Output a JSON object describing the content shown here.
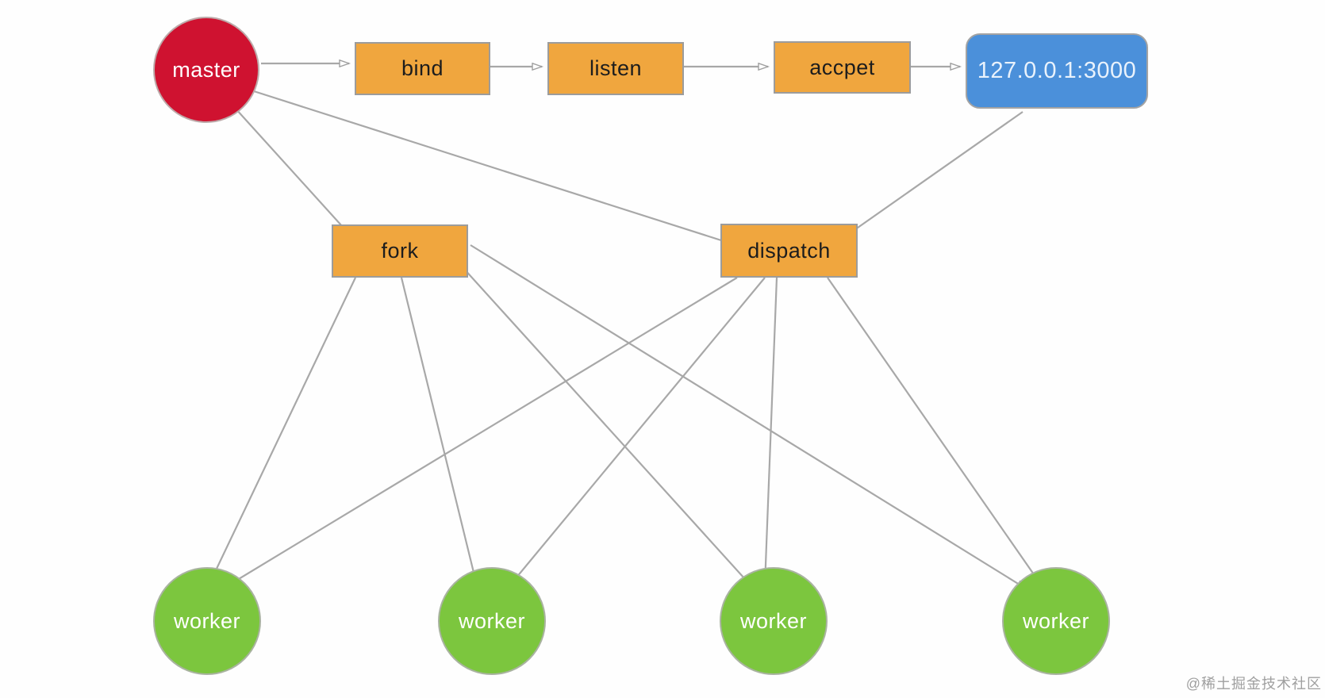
{
  "diagram": {
    "type": "flow-diagram",
    "description": "master-worker cluster diagram: master binds/listens/accepts a socket on 127.0.0.1:3000, forks workers and dispatches connections to them",
    "nodes": {
      "master": {
        "label": "master",
        "shape": "circle",
        "color": "#cf1230",
        "text_color": "#ffffff"
      },
      "bind": {
        "label": "bind",
        "shape": "rect",
        "color": "#f0a63e",
        "text_color": "#1d1d1d"
      },
      "listen": {
        "label": "listen",
        "shape": "rect",
        "color": "#f0a63e",
        "text_color": "#1d1d1d"
      },
      "accpet": {
        "label": "accpet",
        "shape": "rect",
        "color": "#f0a63e",
        "text_color": "#1d1d1d"
      },
      "address": {
        "label": "127.0.0.1:3000",
        "shape": "rounded-rect",
        "color": "#4b90da",
        "text_color": "#e9f2fc"
      },
      "fork": {
        "label": "fork",
        "shape": "rect",
        "color": "#f0a63e",
        "text_color": "#1d1d1d"
      },
      "dispatch": {
        "label": "dispatch",
        "shape": "rect",
        "color": "#f0a63e",
        "text_color": "#1d1d1d"
      },
      "worker1": {
        "label": "worker",
        "shape": "circle",
        "color": "#7cc63e",
        "text_color": "#ffffff"
      },
      "worker2": {
        "label": "worker",
        "shape": "circle",
        "color": "#7cc63e",
        "text_color": "#ffffff"
      },
      "worker3": {
        "label": "worker",
        "shape": "circle",
        "color": "#7cc63e",
        "text_color": "#ffffff"
      },
      "worker4": {
        "label": "worker",
        "shape": "circle",
        "color": "#7cc63e",
        "text_color": "#ffffff"
      }
    },
    "edges": [
      {
        "from": "master",
        "to": "bind"
      },
      {
        "from": "bind",
        "to": "listen"
      },
      {
        "from": "listen",
        "to": "accpet"
      },
      {
        "from": "accpet",
        "to": "address"
      },
      {
        "from": "master",
        "to": "fork"
      },
      {
        "from": "master",
        "to": "dispatch"
      },
      {
        "from": "address",
        "to": "dispatch"
      },
      {
        "from": "fork",
        "to": "worker1"
      },
      {
        "from": "fork",
        "to": "worker2"
      },
      {
        "from": "fork",
        "to": "worker3"
      },
      {
        "from": "fork",
        "to": "worker4"
      },
      {
        "from": "dispatch",
        "to": "worker1"
      },
      {
        "from": "dispatch",
        "to": "worker2"
      },
      {
        "from": "dispatch",
        "to": "worker3"
      },
      {
        "from": "dispatch",
        "to": "worker4"
      }
    ],
    "edge_color": "#a8a8a8",
    "watermark": "@稀土掘金技术社区"
  }
}
